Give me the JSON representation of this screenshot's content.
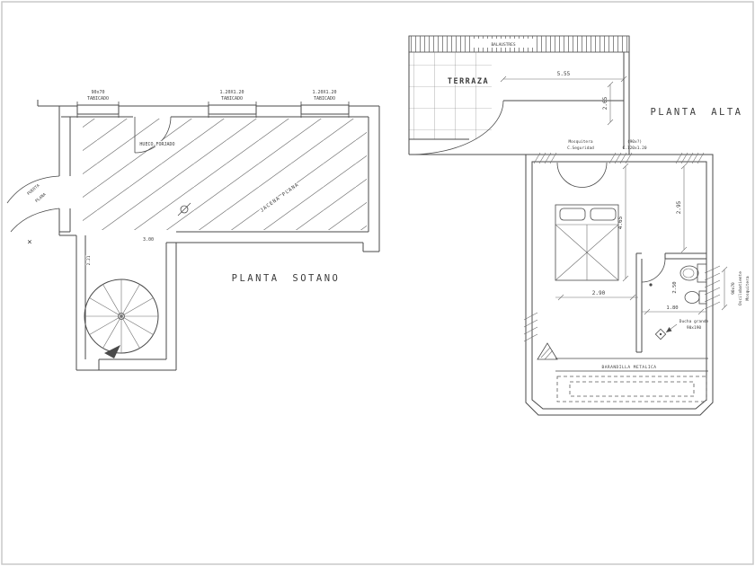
{
  "colors": {
    "line": "#4a4a4a",
    "background": "#ffffff",
    "frame": "#c9c9c9"
  },
  "sotano": {
    "title": "PLANTA SOTANO",
    "win1": {
      "l1": "90x70",
      "l2": "TABICADO"
    },
    "win2": {
      "l1": "1.20X1.20",
      "l2": "TABICADO"
    },
    "win3": {
      "l1": "1.20X1.20",
      "l2": "TABICADO"
    },
    "hueco": "HUECO FORJADO",
    "jacena": "JACENA PLANA",
    "puerta": {
      "l1": "PUERTA",
      "l2": "PLANA"
    },
    "dim_300": "3.00",
    "dim_221": "2.21",
    "x_mark": "×"
  },
  "alta": {
    "title": "PLANTA ALTA",
    "terraza": "TERRAZA",
    "balaustres": "BALAUSTRES",
    "dim_555": "5.55",
    "dim_265": "2.65",
    "win_label": {
      "l1": "Mosquitera",
      "l2": "C.Seguridad"
    },
    "win_label2": {
      "l1": "(90x?)",
      "l2": "C.120x1.20"
    },
    "side_label": {
      "l1": "90x70",
      "l2": "Oscilobatiente",
      "l3": "Mosquitera"
    },
    "dim_465": "4.65",
    "dim_295": "2.95",
    "dim_290": "2.90",
    "dim_250": "2.50",
    "dim_180": "1.80",
    "ducha": {
      "l1": "Ducha grande",
      "l2": "90x190"
    },
    "barandilla": "BARANDILLA METALICA"
  }
}
